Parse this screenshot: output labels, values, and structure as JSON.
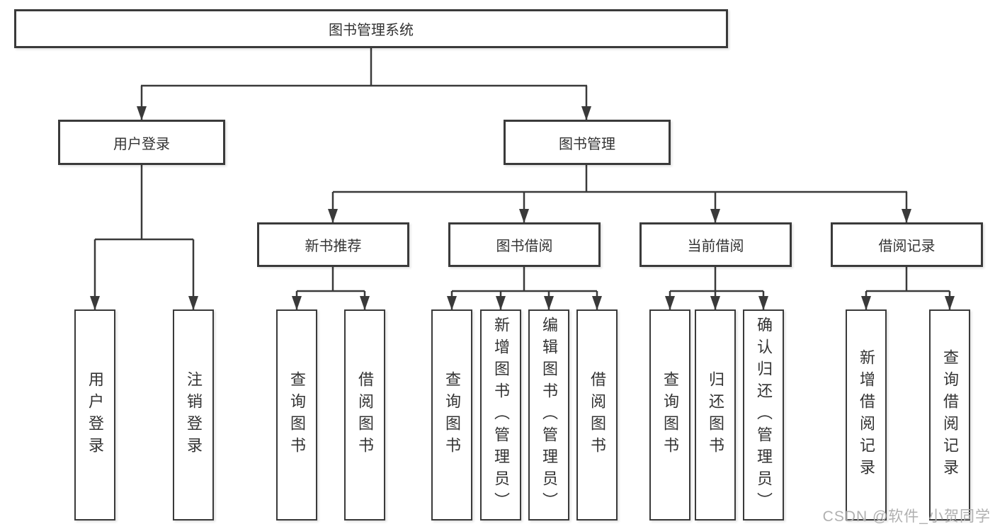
{
  "diagram": {
    "root": "图书管理系统",
    "level2": [
      "用户登录",
      "图书管理"
    ],
    "level3": [
      "新书推荐",
      "图书借阅",
      "当前借阅",
      "借阅记录"
    ],
    "leaves": {
      "login": [
        "用户登录",
        "注销登录"
      ],
      "new_books": [
        "查询图书",
        "借阅图书"
      ],
      "borrow": [
        "查询图书",
        "新增图书（管理员）",
        "编辑图书（管理员）",
        "借阅图书"
      ],
      "current": [
        "查询图书",
        "归还图书",
        "确认归还（管理员）"
      ],
      "records": [
        "新增借阅记录",
        "查询借阅记录"
      ]
    }
  },
  "watermark": {
    "text": "CSDN @软件_小贺同学"
  },
  "colors": {
    "line": "#3a3a3a",
    "text": "#333333",
    "watermark": "#b0b0b0",
    "background": "#ffffff"
  }
}
